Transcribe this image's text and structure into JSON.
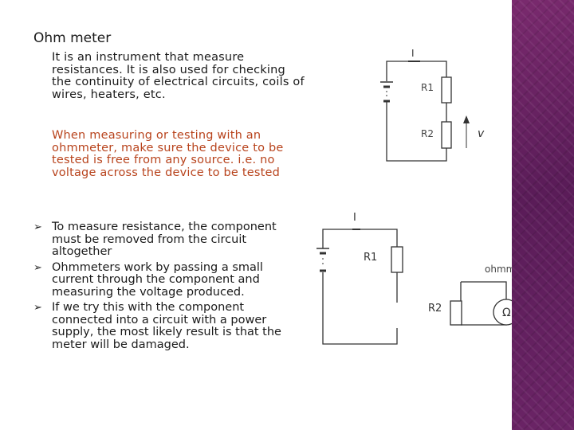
{
  "slide": {
    "title": "Ohm meter",
    "para1": "It is an instrument that measure resistances. It is also used for checking  the continuity of electrical circuits, coils of wires, heaters, etc.",
    "para2": "When measuring or testing with an ohmmeter, make sure the device to be tested is free from any source. i.e. no voltage across the device to be tested",
    "bullet_marker": "➢",
    "bullets": [
      "To measure resistance, the component must be removed from the circuit altogether",
      "Ohmmeters work by passing a small current through the component and measuring the voltage produced.",
      "If we try this with the component connected into a circuit with a power supply, the most likely result is that the meter will be damaged."
    ]
  },
  "circuit1": {
    "current_label": "I",
    "r1_label": "R1",
    "r2_label": "R2",
    "voltage_label": "v"
  },
  "circuit2": {
    "current_label": "I",
    "r1_label": "R1",
    "r2_label": "R2",
    "meter_label": "ohmmeter",
    "ohm_symbol": "Ω"
  },
  "colors": {
    "accent_text": "#b8431c",
    "sidebar": "#6b2466"
  }
}
